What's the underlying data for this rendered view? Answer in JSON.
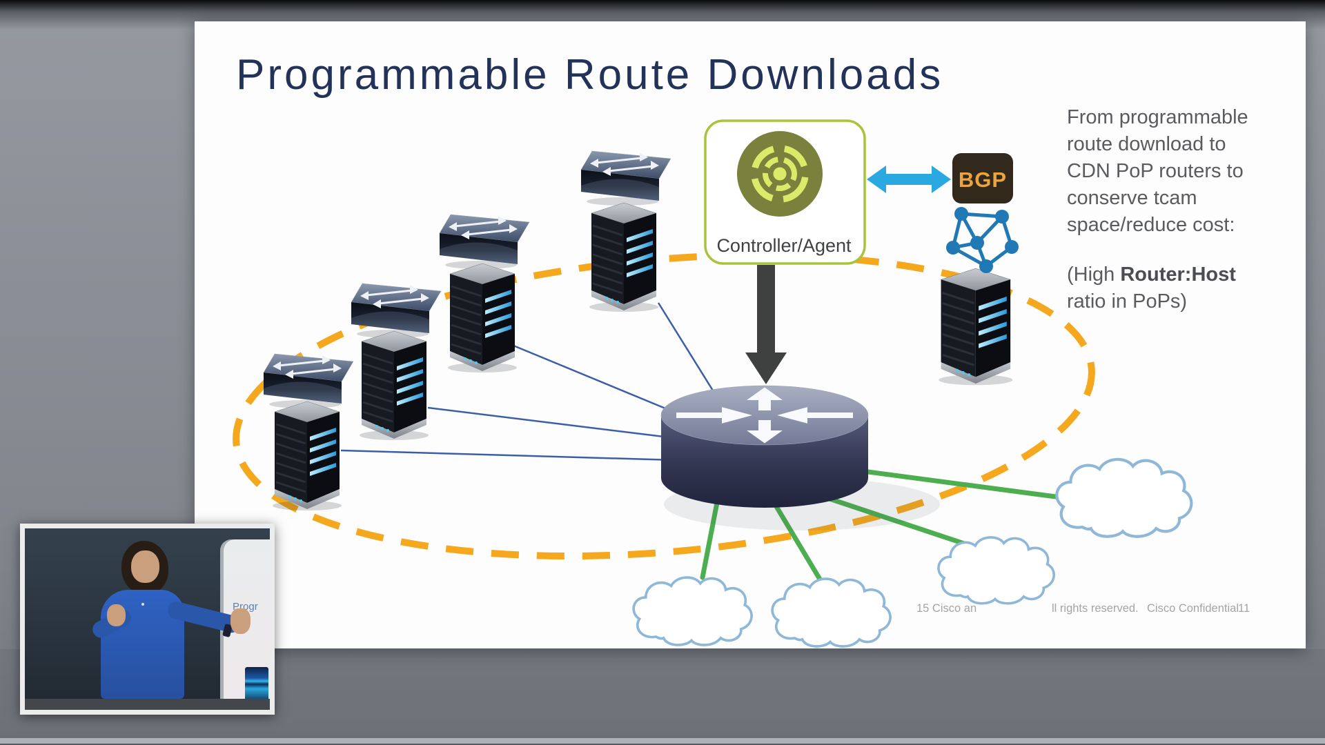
{
  "slide": {
    "title": "Programmable Route Downloads",
    "side_note": {
      "lines": [
        "From programmable",
        "route download to",
        "CDN PoP routers to",
        "conserve tcam",
        "space/reduce cost:"
      ],
      "callout_prefix": "(High ",
      "callout_bold": "Router:Host",
      "callout_line2": "ratio in PoPs)"
    },
    "diagram": {
      "controller_label": "Controller/Agent",
      "bgp_label": "BGP",
      "icons": [
        "switch-icon",
        "server-icon",
        "router-icon",
        "controller-agent-icon",
        "mesh-network-icon",
        "cloud-icon",
        "down-arrow-icon",
        "bidirectional-arrow-icon",
        "dashed-boundary-ellipse"
      ]
    },
    "footer": {
      "left_fragment": "15 Cisco an",
      "rights_fragment": "ll rights reserved.",
      "confidential": "Cisco Confidential",
      "slide_number": "11"
    }
  },
  "video_overlay": {
    "projected_title_fragment": "Progr"
  },
  "colors": {
    "title_blue": "#223259",
    "side_text_gray": "#595b5e",
    "accent_orange": "#F5A81E",
    "accent_green": "#4CAE4F",
    "link_blue": "#3C5EA8",
    "arrow_blue": "#2AA9E0",
    "controller_border_green": "#A9C43A",
    "controller_circle_olive": "#7A813C",
    "bgp_background": "#32291C",
    "bgp_text_orange": "#ECA440",
    "mesh_blue": "#2079B5",
    "cloud_outline_blue": "#8FB8D8",
    "footer_gray": "#A4A4A4"
  }
}
